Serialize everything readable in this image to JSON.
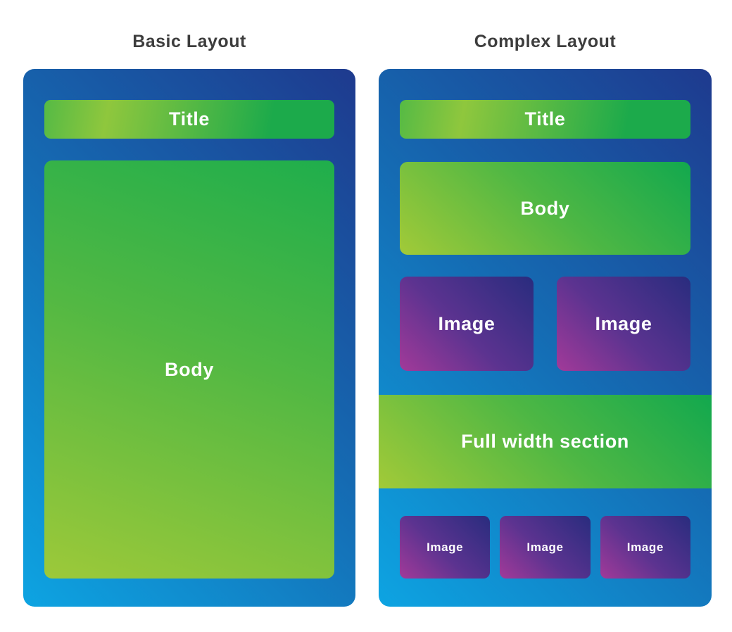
{
  "basic": {
    "heading": "Basic Layout",
    "title": "Title",
    "body": "Body"
  },
  "complex": {
    "heading": "Complex Layout",
    "title": "Title",
    "body": "Body",
    "images": [
      "Image",
      "Image"
    ],
    "full_width": "Full width section",
    "small_images": [
      "Image",
      "Image",
      "Image"
    ]
  },
  "colors": {
    "heading_text": "#3d3d3d",
    "label_text": "#ffffff",
    "device_gradient_top_right": "#1e3a8e",
    "device_gradient_bottom_left": "#0da4e2",
    "green_gradient_dark": "#12a84e",
    "green_gradient_light": "#a2ca38",
    "title_gradient_left": "#8fc73d",
    "title_gradient_right": "#1caa4b",
    "image_gradient_top_right": "#292c7e",
    "image_gradient_bottom_left": "#a23a99"
  }
}
